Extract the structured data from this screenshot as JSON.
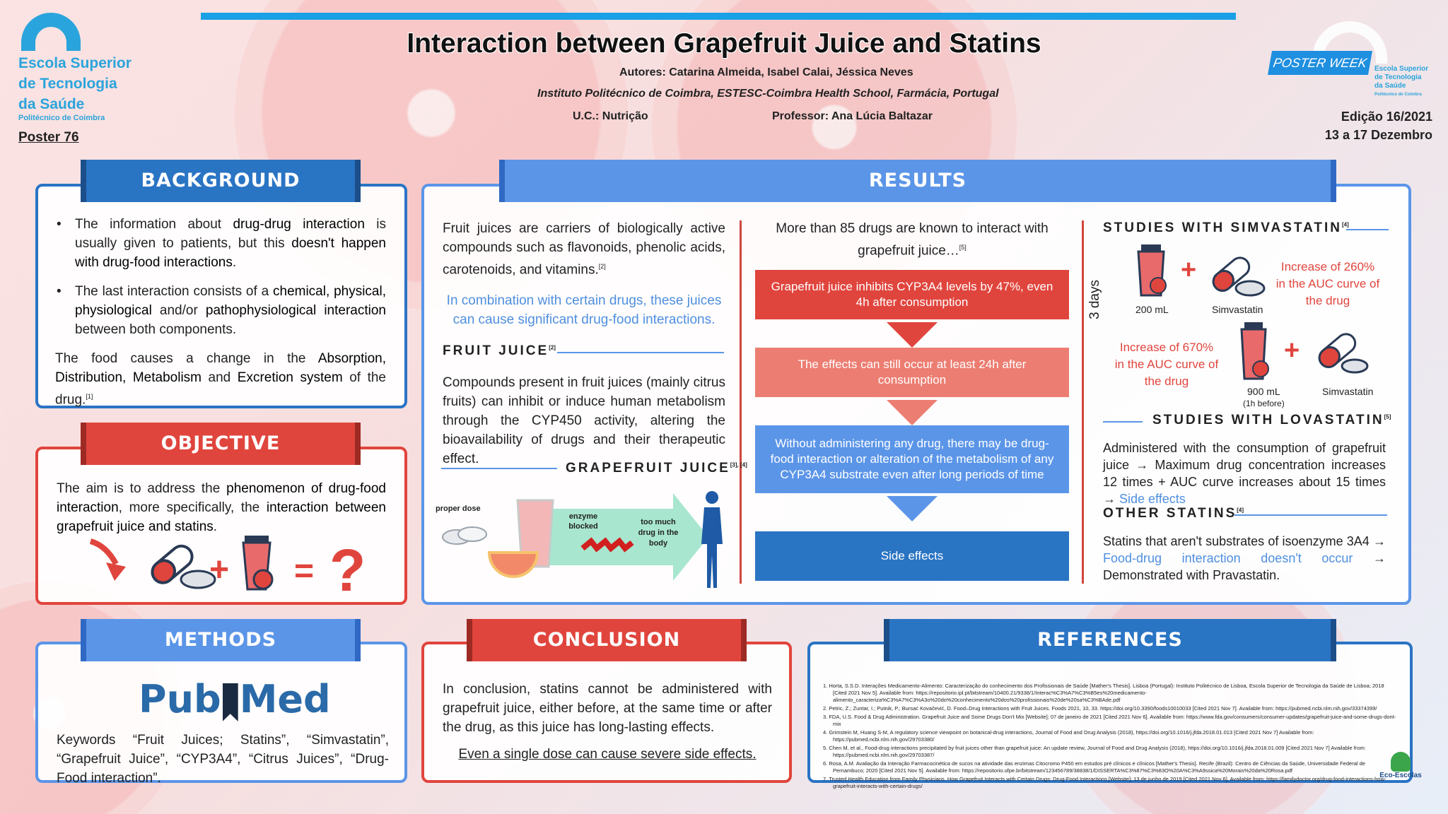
{
  "header": {
    "title": "Interaction between Grapefruit Juice and Statins",
    "authors": "Autores:  Catarina Almeida, Isabel Calai, Jéssica Neves",
    "institute": "Instituto Politécnico de Coimbra, ESTESC-Coimbra Health School, Farmácia, Portugal",
    "uc": "U.C.: Nutrição",
    "professor": "Professor: Ana Lúcia Baltazar",
    "poster": "Poster 76",
    "edition": "Edição 16/2021",
    "dates": "13 a 17 Dezembro"
  },
  "logo_left": {
    "line1": "Escola Superior",
    "line2": "de Tecnologia",
    "line3": "da Saúde",
    "sub": "Politécnico de Coimbra"
  },
  "logo_right": {
    "band": "POSTER WEEK",
    "l1": "Escola Superior",
    "l2": "de Tecnologia",
    "l3": "da Saúde",
    "l4": "Politécnico de Coimbra"
  },
  "background": {
    "title": "BACKGROUND",
    "b1_pre": "The information about ",
    "b1_h1": "drug-drug interaction",
    "b1_mid": " is usually given to patients, but this ",
    "b1_h2": "doesn't happen with drug-food interactions",
    "b2_pre": "The last interaction consists of a ",
    "b2_h": "chemical, physical, physiological",
    "b2_mid": " and/or ",
    "b2_h2": "pathophysiological interaction",
    "b2_end": " between both components.",
    "p_pre": "The food causes a change in the ",
    "p_h": "Absorption, Distribution, Metabolism",
    "p_mid": " and ",
    "p_h2": "Excretion system",
    "p_end": " of the drug.",
    "ref": "[1]"
  },
  "objective": {
    "title": "OBJECTIVE",
    "pre": "The aim is to address the ",
    "h1": "phenomenon of drug-food interaction",
    "mid": ", more specifically, the ",
    "h2": "interaction between grapefruit juice and statins",
    "plus": "+",
    "eq": "=",
    "q": "?"
  },
  "methods": {
    "title": "METHODS",
    "logo_a": "Pub",
    "logo_b": "Med",
    "keywords": "Keywords “Fruit Juices; Statins”, “Simvastatin”, “Grapefruit Juice”, “CYP3A4”, “Citrus Juices”, “Drug-Food interaction”."
  },
  "conclusion": {
    "title": "CONCLUSION",
    "p1": "In conclusion, statins cannot be administered with grapefruit juice, either before, at the same time or after the drug, as this juice has long-lasting effects.",
    "p2": "Even a single dose can cause severe side effects."
  },
  "results": {
    "title": "RESULTS",
    "col1": {
      "intro": "Fruit juices are carriers of biologically active compounds such as flavonoids, phenolic acids, carotenoids, and vitamins.",
      "intro_ref": "[2]",
      "blue": "In combination with certain drugs, these juices can cause significant drug-food interactions.",
      "sec": "FRUIT JUICE",
      "sec_ref": "[2]",
      "p": "Compounds present in fruit juices (mainly citrus fruits) can inhibit or induce human metabolism through the CYP450 activity, altering the bioavailability of drugs and their therapeutic effect.",
      "sec2": "GRAPEFRUIT JUICE",
      "sec2_ref": "[3], [4]",
      "lbl_dose": "proper dose",
      "lbl_enzyme": "enzyme blocked",
      "lbl_much": "too much drug in the body"
    },
    "col2": {
      "intro": "More than 85 drugs are known to interact with grapefruit juice…",
      "intro_ref": "[5]",
      "box1": "Grapefruit juice inhibits CYP3A4 levels by 47%, even 4h after consumption",
      "box2": "The effects can still occur at least 24h after consumption",
      "box3": "Without administering any drug, there may be drug-food interaction or alteration of the metabolism of any CYP3A4 substrate even after long periods of time",
      "box4": "Side effects"
    },
    "col3": {
      "sec1": "STUDIES WITH SIMVASTATIN",
      "sec1_ref": "[4]",
      "days": "3 days",
      "ml200": "200 mL",
      "simva1": "Simvastatin",
      "inc260": "Increase of 260% in the AUC curve of the drug",
      "inc670": "Increase of 670% in the AUC curve of the drug",
      "ml900": "900 mL",
      "before": "(1h before)",
      "simva2": "Simvastatin",
      "sec2": "STUDIES WITH LOVASTATIN",
      "sec2_ref": "[5]",
      "lova": "Administered with the consumption of grapefruit juice → Maximum drug concentration increases 12 times + AUC curve increases about 15 times →",
      "lova_blue": "Side effects",
      "sec3": "OTHER STATINS",
      "sec3_ref": "[4]",
      "other_pre": "Statins that aren't substrates of isoenzyme 3A4 →",
      "other_blue": "Food-drug interaction doesn't occur",
      "other_end": "→ Demonstrated with Pravastatin."
    }
  },
  "references": {
    "title": "REFERENCES",
    "items": [
      "1.  Horta, S.S.D. Interações Medicamento-Alimento: Caracterização do conhecimento dos Profissionais de Saúde [Mather's Thesis]. Lisboa (Portugal): Instituto Politécnico de Lisboa, Escola Superior de Tecnologia da Saúde de Lisboa; 2018 [Cited 2021 Nov 5]. Available from: https://repositorio.ipl.pt/bitstream/10400.21/9338/1/Interac%C3%A7%C3%B5es%20medicamento-alimento_caracteriza%C3%A7%C3%A3o%20do%20conhecimento%20dos%20profissionais%20de%20sa%C3%BAde.pdf",
      "2.  Petric, Z.; Zuntar, I.; Putnik, P.; Bursać Kovačević, D. Food–Drug Interactions with Fruit Juices. Foods 2021, 10, 33. https://doi.org/10.3390/foods10010033 [Cited 2021 Nov 7]. Available from: https://pubmed.ncbi.nlm.nih.gov/33374399/",
      "3.  FDA, U.S. Food & Drug Administration. Grapefruit Juice and Some Drugs Don't Mix [Website]; 07 de janeiro de 2021 [Cited 2021 Nov 6]. Available from: https://www.fda.gov/consumers/consumer-updates/grapefruit-juice-and-some-drugs-dont-mix",
      "4.  Grimstein M, Huang S-M, A regulatory science viewpoint on botanical-drug interactions, Journal of Food and Drug Analysis (2018), https://doi.org/10.1016/j.jfda.2018.01.013 [Cited 2021 Nov 7] Available from: https://pubmed.ncbi.nlm.nih.gov/29703380/",
      "5.  Chen M, et al., Food-drug interactions precipitated by fruit juices other than grapefruit juice: An update review, Journal of Food and Drug Analysis (2018), https://doi.org/10.1016/j.jfda.2018.01.009 [Cited 2021 Nov 7] Available from: https://pubmed.ncbi.nlm.nih.gov/29703387/",
      "6.  Rosa, A.M. Avaliação da Interação Farmacocinética de sucos na atividade das enzimas Citocromo P450 em estudos pré clínicos e clínicos [Mather's Thesis]. Recife (Brazil): Centro de Ciências da Saúde, Universidade Federal de Pernambuco; 2020 [Cited 2021 Nov 5]. Available from: https://repositorio.ufpe.br/bitstream/123456789/38838/1/DISSERTA%C3%87%C3%83O%20A%C3%A9ssica%20Morais%20da%20Rosa.pdf",
      "7.  Trusted Health Education from Family Physicians. How Grapefruit Interacts with Certain Drugs: Drug-Food Interactions [Website]; 13 de junho de 2019 [Cited 2021 Nov 6]. Available from: https://familydoctor.org/drug-food-interactions-how-grapefruit-interacts-with-certain-drugs/"
    ],
    "eco": "Eco-Escolas"
  },
  "colors": {
    "blue": "#2a74c4",
    "red": "#e0453d",
    "light_blue": "#5b95e8",
    "accent_text": "#4f8fe0"
  }
}
